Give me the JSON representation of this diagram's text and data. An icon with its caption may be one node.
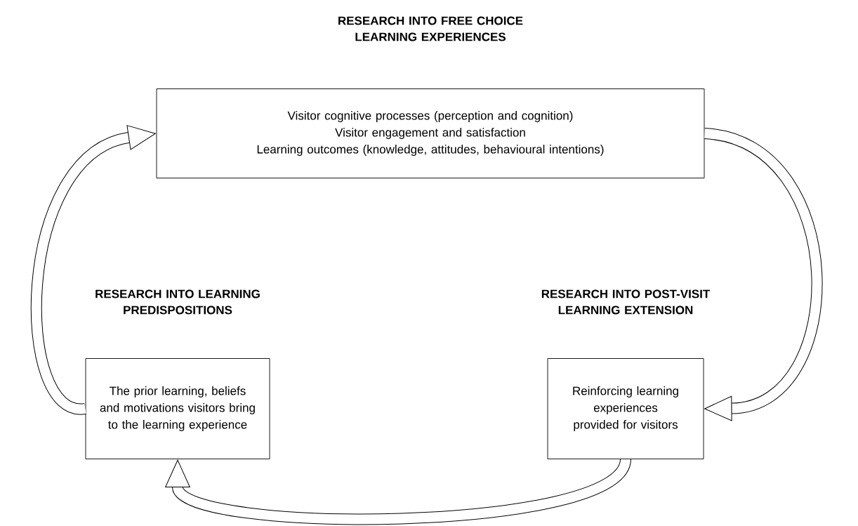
{
  "diagram": {
    "nodes": [
      {
        "text": [
          "RESEARCH INTO FREE CHOICE LEARNING EXPERIENCES",
          "Visitor cognitive processes (perception and cognition)",
          "Visitor engagement and satisfaction",
          "Learning outcomes (knowledge, attitudes, behavioural intentions)"
        ]
      },
      {
        "text": [
          "RESEARCH INTO LEARNING PREDISPOSITIONS",
          "The prior learning, beliefs and motivations visitors bring to the learning experience"
        ]
      },
      {
        "text": [
          "RESEARCH INTO POST-VISIT LEARNING EXTENSION",
          "Reinforcing learning experiences provided for visitors"
        ]
      }
    ],
    "edges": [
      {
        "from": 1,
        "to": 0,
        "arrow": "to"
      },
      {
        "from": 0,
        "to": 2,
        "arrow": "to"
      },
      {
        "from": 2,
        "to": 1,
        "arrow": "to"
      }
    ]
  }
}
